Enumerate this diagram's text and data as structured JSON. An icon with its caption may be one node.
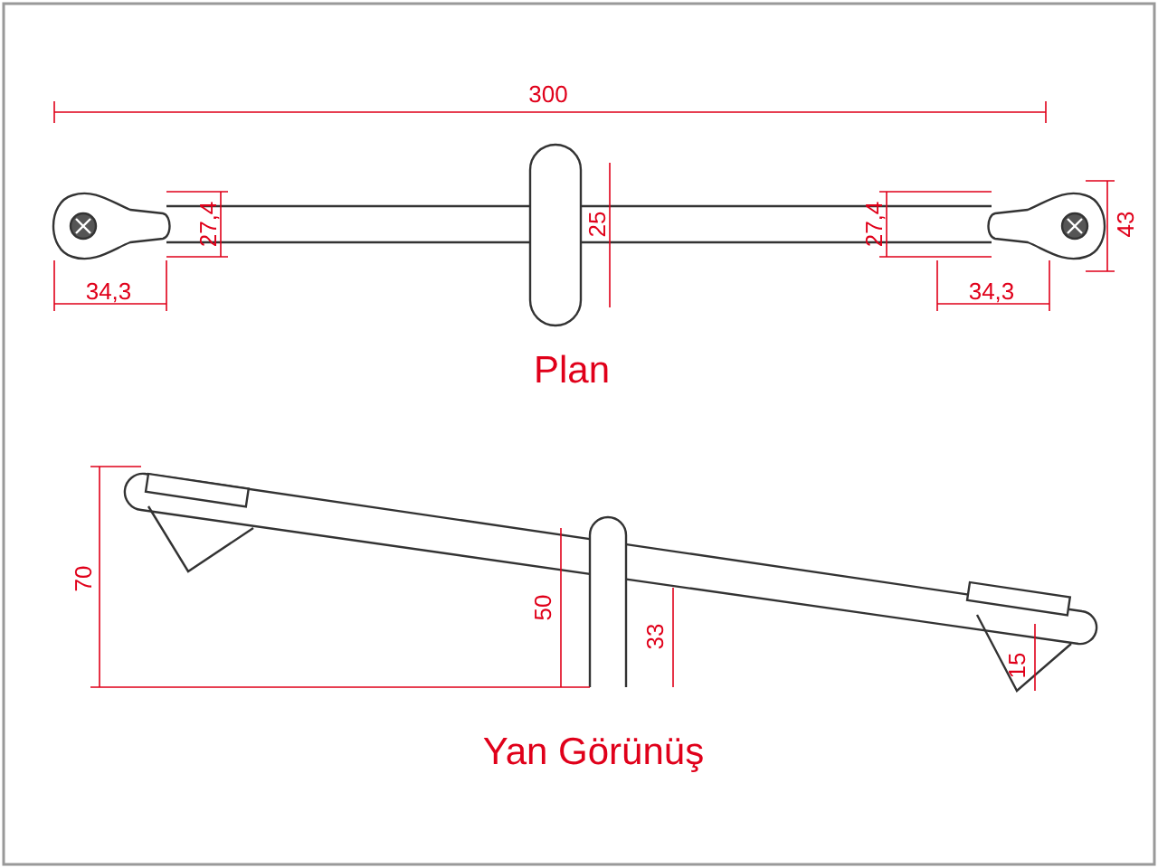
{
  "diagram": {
    "labels": [
      "300",
      "27,4",
      "25",
      "27,4",
      "43",
      "34,3",
      "34,3",
      "Plan",
      "70",
      "50",
      "33",
      "15",
      "Yan Görünüş"
    ]
  }
}
